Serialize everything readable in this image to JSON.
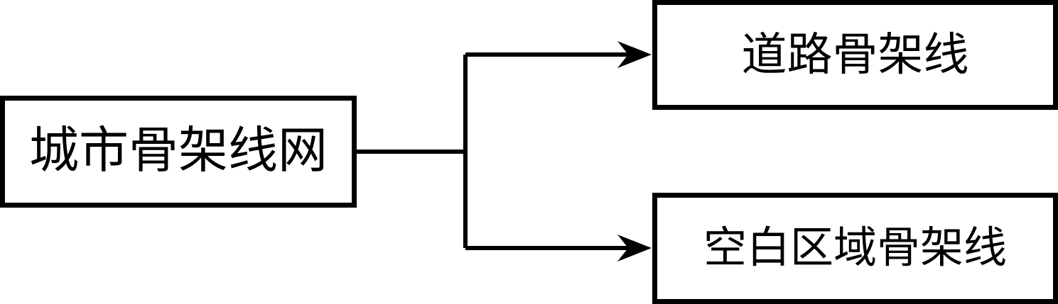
{
  "diagram": {
    "background_color": "#ffffff",
    "line_color": "#000000",
    "nodes": [
      {
        "id": "city-skeleton-network",
        "label": "城市骨架线网"
      },
      {
        "id": "road-skeleton-line",
        "label": "道路骨架线"
      },
      {
        "id": "blank-area-skeleton-line",
        "label": "空白区域骨架线"
      }
    ],
    "edges": [
      {
        "from": "城市骨架线网",
        "to": "道路骨架线",
        "arrow": "barbed-right"
      },
      {
        "from": "城市骨架线网",
        "to": "空白区域骨架线",
        "arrow": "barbed-right"
      }
    ]
  }
}
